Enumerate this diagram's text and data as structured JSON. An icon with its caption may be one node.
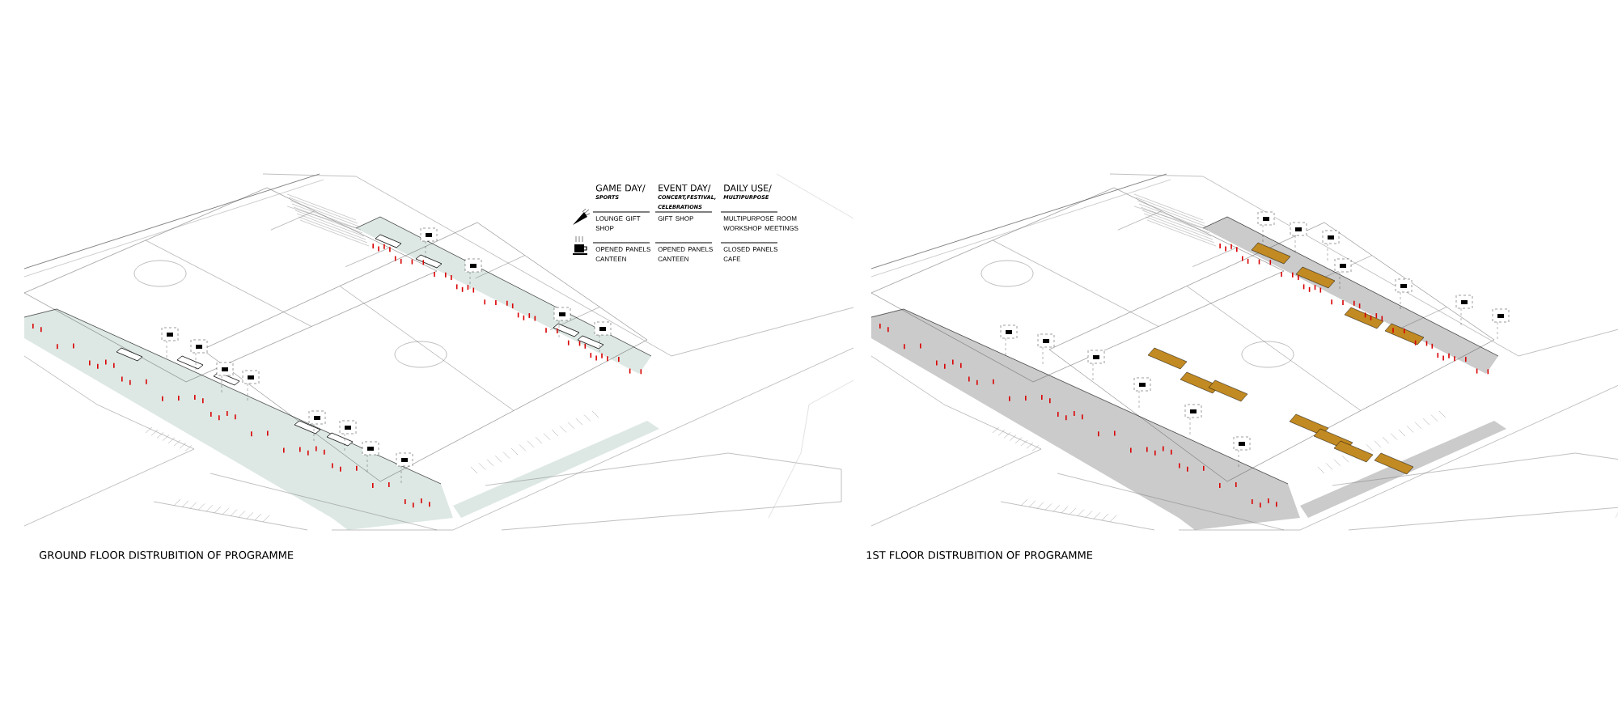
{
  "diagram": {
    "labels": [
      "GAME DAY/",
      "SPORTS",
      "EVENT DAY/",
      "CONCERT,FESTIVAL, CELEBRATIONS",
      "DAILY USE/",
      "MULTIPURPOSE",
      "LOUNGE GIFT SHOP",
      "GIFT SHOP",
      "MULTIPURPOSE ROOM WORKSHOP MEETINGS",
      "OPENED PANELS CANTEEN",
      "OPENED PANELS CANTEEN",
      "CLOSED PANELS CAFE",
      "GROUND FLOOR DISTRUBITION OF PROGRAMME",
      "1ST FLOOR DISTRUBITION OF PROGRAMME"
    ]
  }
}
